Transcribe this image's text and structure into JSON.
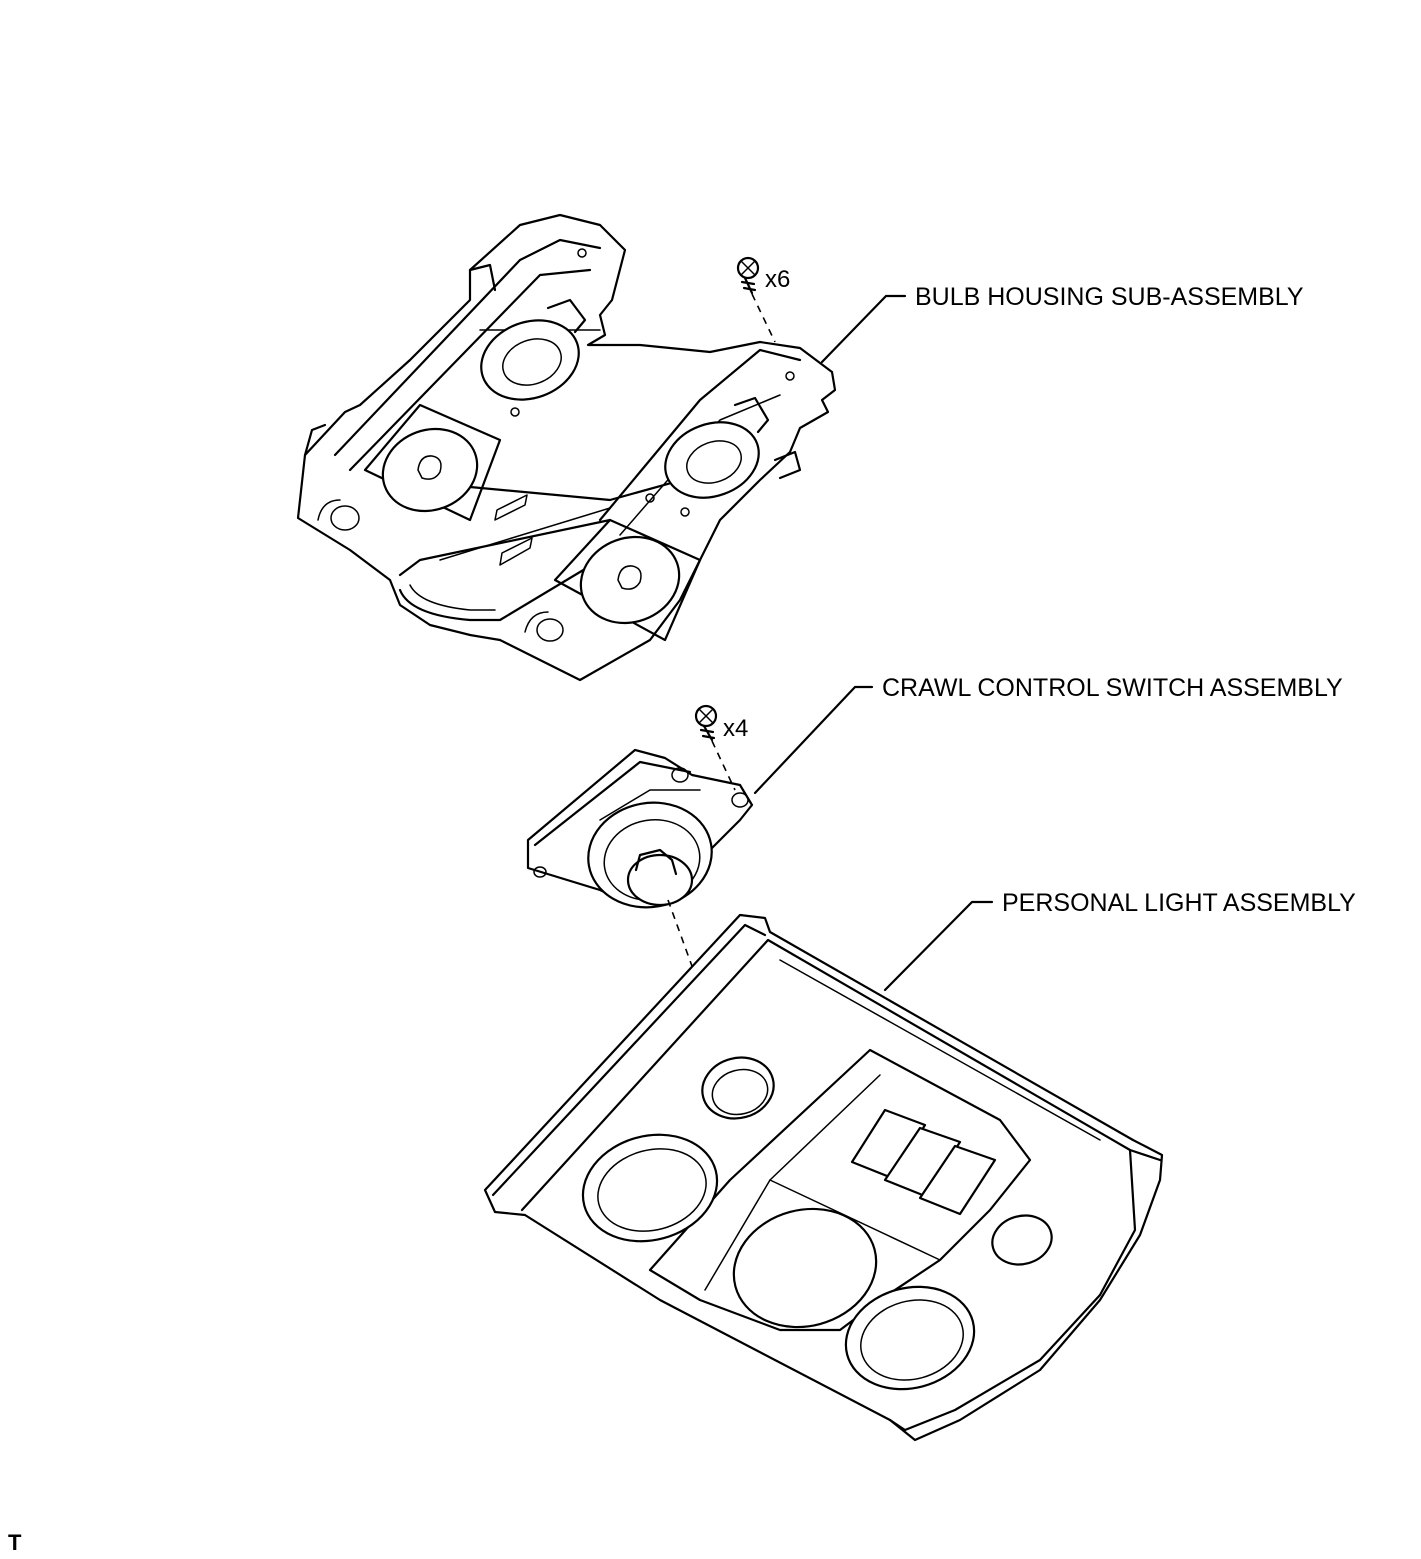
{
  "labels": {
    "bulb_housing": "BULB HOUSING SUB-ASSEMBLY",
    "crawl_switch": "CRAWL CONTROL SWITCH ASSEMBLY",
    "personal_light": "PERSONAL LIGHT ASSEMBLY"
  },
  "quantities": {
    "bulb_housing_screws": "x6",
    "crawl_switch_screws": "x4"
  },
  "corner_mark": "T"
}
